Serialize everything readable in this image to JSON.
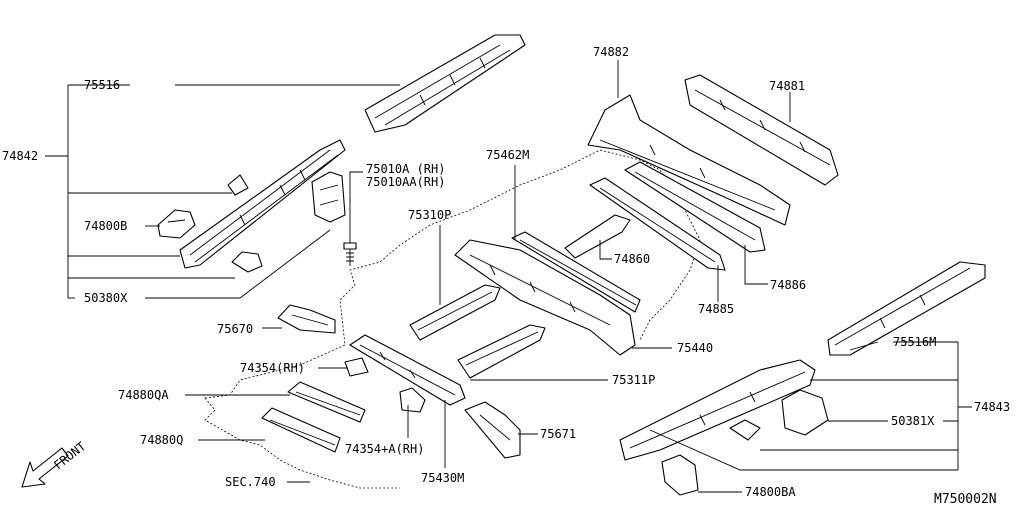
{
  "labels": {
    "p75516": "75516",
    "p74842": "74842",
    "p74800B": "74800B",
    "p50380X": "50380X",
    "p75010A": "75010A (RH)",
    "p75010AA": "75010AA(RH)",
    "p75310P": "75310P",
    "p75670": "75670",
    "p74354RH": "74354(RH)",
    "p74880QA": "74880QA",
    "p74880Q": "74880Q",
    "p74354A": "74354+A(RH)",
    "pSEC740": "SEC.740",
    "p75430M": "75430M",
    "p75671": "75671",
    "p75311P": "75311P",
    "p75440": "75440",
    "p75462M": "75462M",
    "p74882": "74882",
    "p74881": "74881",
    "p74860": "74860",
    "p74885": "74885",
    "p74886": "74886",
    "p75516M": "75516M",
    "p74843": "74843",
    "p50381X": "50381X",
    "p74800BA": "74800BA"
  },
  "front_indicator": "FRONT",
  "diagram_ref": "M750002N"
}
